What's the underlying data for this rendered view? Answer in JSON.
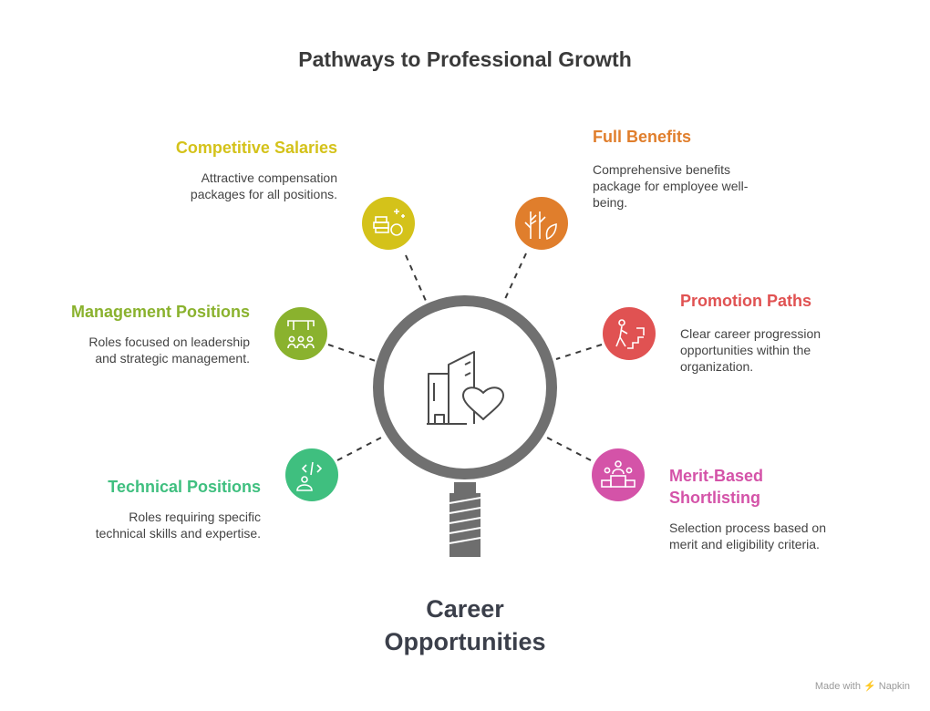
{
  "title": "Pathways to Professional Growth",
  "center": {
    "label_line1": "Career",
    "label_line2": "Opportunities",
    "icon": "building-heart-icon"
  },
  "colors": {
    "competitive_salaries": "#d4c21a",
    "full_benefits": "#e07e2c",
    "management_positions": "#8ab22e",
    "promotion_paths": "#e05252",
    "technical_positions": "#3fbf7f",
    "merit_based": "#d453a8",
    "magnifier": "#6e6e6e"
  },
  "items": {
    "competitive_salaries": {
      "heading": "Competitive Salaries",
      "desc1": "Attractive compensation",
      "desc2": "packages for all positions.",
      "icon": "money-icon"
    },
    "full_benefits": {
      "heading": "Full Benefits",
      "desc1": "Comprehensive benefits",
      "desc2": "package for employee well-",
      "desc3": "being.",
      "icon": "plant-icon"
    },
    "management_positions": {
      "heading": "Management Positions",
      "desc1": "Roles focused on leadership",
      "desc2": "and strategic management.",
      "icon": "team-icon"
    },
    "promotion_paths": {
      "heading": "Promotion Paths",
      "desc1": "Clear career progression",
      "desc2": "opportunities within the",
      "desc3": "organization.",
      "icon": "climbing-stairs-icon"
    },
    "technical_positions": {
      "heading": "Technical Positions",
      "desc1": "Roles requiring specific",
      "desc2": "technical skills and expertise.",
      "icon": "developer-icon"
    },
    "merit_based": {
      "heading_line1": "Merit-Based",
      "heading_line2": "Shortlisting",
      "desc1": "Selection process based on",
      "desc2": "merit and eligibility criteria.",
      "icon": "podium-icon"
    }
  },
  "credit": "Made with ⚡ Napkin"
}
